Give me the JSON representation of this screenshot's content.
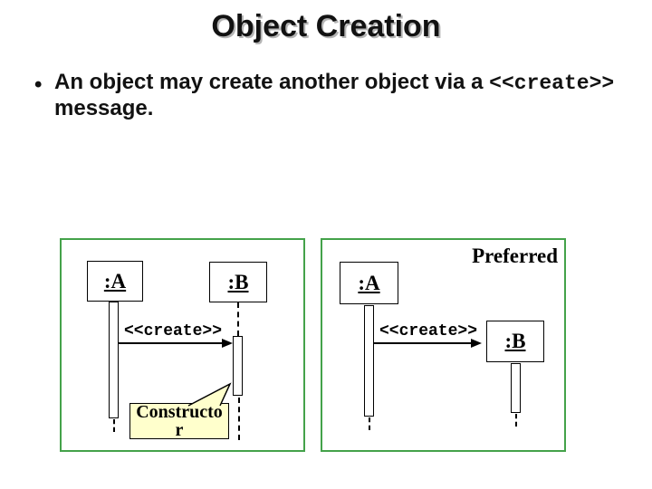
{
  "title": "Object Creation",
  "bullet": {
    "marker": "•",
    "text_prefix": "An object may create another object via a ",
    "code": "<<create>>",
    "text_suffix": "message."
  },
  "colors": {
    "panel_border": "#44a24a",
    "callout_fill": "#ffffcc",
    "title_color": "#121212",
    "line_color": "#000000"
  },
  "left_diagram": {
    "object_a": ":A",
    "object_b": ":B",
    "message": "<<create>>",
    "callout_line1": "Constructo",
    "callout_line2": "r"
  },
  "right_diagram": {
    "label": "Preferred",
    "object_a": ":A",
    "object_b": ":B",
    "message": "<<create>>"
  }
}
